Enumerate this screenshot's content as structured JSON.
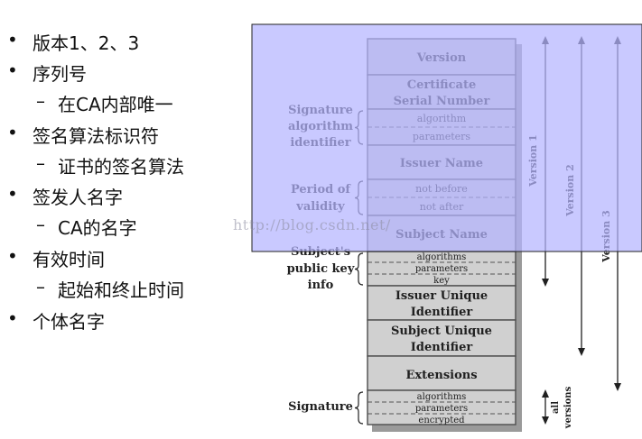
{
  "bullets": [
    {
      "level": 1,
      "text": "版本1、2、3"
    },
    {
      "level": 1,
      "text": "序列号"
    },
    {
      "level": 2,
      "text": "在CA内部唯一"
    },
    {
      "level": 1,
      "text": "签名算法标识符"
    },
    {
      "level": 2,
      "text": "证书的签名算法"
    },
    {
      "level": 1,
      "text": "签发人名字"
    },
    {
      "level": 2,
      "text": "CA的名字"
    },
    {
      "level": 1,
      "text": "有效时间"
    },
    {
      "level": 2,
      "text": "起始和终止时间"
    },
    {
      "level": 1,
      "text": "个体名字"
    }
  ],
  "bullet_symbols": {
    "level1": "•",
    "level2": "–"
  },
  "fields": {
    "version": "Version",
    "serial_1": "Certificate",
    "serial_2": "Serial Number",
    "sig_algorithm": "algorithm",
    "sig_parameters": "parameters",
    "issuer_name": "Issuer Name",
    "not_before": "not before",
    "not_after": "not after",
    "subject_name": "Subject Name",
    "pk_algorithms": "algorithms",
    "pk_parameters": "parameters",
    "pk_key": "key",
    "issuer_uid_1": "Issuer Unique",
    "issuer_uid_2": "Identifier",
    "subject_uid_1": "Subject Unique",
    "subject_uid_2": "Identifier",
    "extensions": "Extensions",
    "sign_algorithms": "algorithms",
    "sign_parameters": "parameters",
    "sign_encrypted": "encrypted"
  },
  "group_labels": {
    "signature_algorithm_identifier": [
      "Signature",
      "algorithm",
      "identifier"
    ],
    "period_of_validity": [
      "Period of",
      "validity"
    ],
    "subject_public_key_info": [
      "Subject's",
      "public key",
      "info"
    ],
    "signature": [
      "Signature"
    ]
  },
  "version_arrows": [
    "Version 1",
    "Version 2",
    "Version 3"
  ],
  "all_versions": [
    "all",
    "versions"
  ],
  "watermark": "http://blog.csdn.net/",
  "colors": {
    "overlay": "#b4b4ff",
    "field_fill": "#d0d0d0",
    "field_border": "#555555",
    "shadow": "#9a9a9a",
    "text": "#202020"
  }
}
